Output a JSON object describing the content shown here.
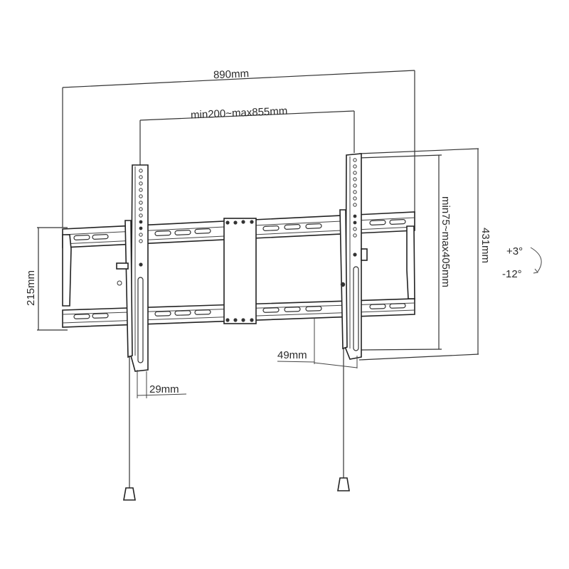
{
  "diagram": {
    "title": "Tilting TV wall mount dimension drawing",
    "dimensions": {
      "overall_width": "890mm",
      "vesa_horizontal": "min200~max855mm",
      "overall_height": "431mm",
      "vesa_vertical": "min75~max405mm",
      "wall_plate_height": "215mm",
      "profile_depth": "29mm",
      "wall_distance": "49mm"
    },
    "tilt": {
      "up": "+3°",
      "down": "-12°"
    },
    "colors": {
      "line": "#333333",
      "background": "#ffffff"
    }
  }
}
